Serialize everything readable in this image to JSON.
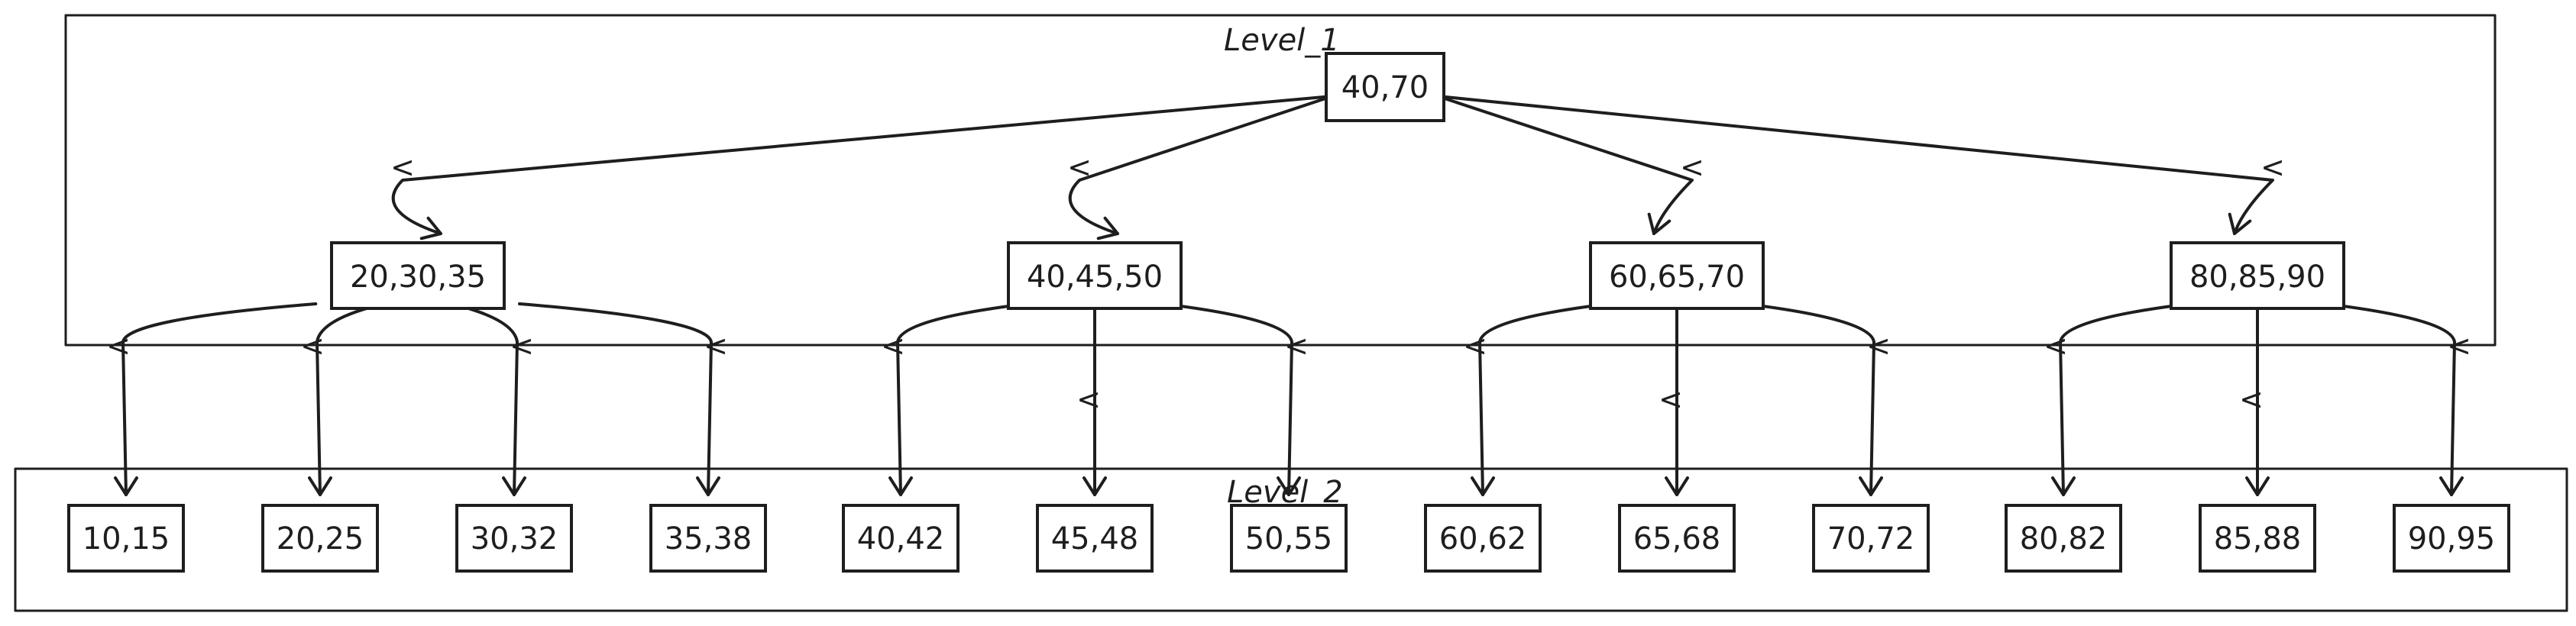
{
  "levels": [
    {
      "id": "level-1",
      "label": "Level_1"
    },
    {
      "id": "level-2",
      "label": "Level_2"
    }
  ],
  "root": {
    "keys": "40,70"
  },
  "internal": [
    {
      "keys": "20,30,35"
    },
    {
      "keys": "40,45,50"
    },
    {
      "keys": "60,65,70"
    },
    {
      "keys": "80,85,90"
    }
  ],
  "leaves": [
    {
      "keys": "10,15"
    },
    {
      "keys": "20,25"
    },
    {
      "keys": "30,32"
    },
    {
      "keys": "35,38"
    },
    {
      "keys": "40,42"
    },
    {
      "keys": "45,48"
    },
    {
      "keys": "50,55"
    },
    {
      "keys": "60,62"
    },
    {
      "keys": "65,68"
    },
    {
      "keys": "70,72"
    },
    {
      "keys": "80,82"
    },
    {
      "keys": "85,88"
    },
    {
      "keys": "90,95"
    }
  ],
  "edge_marker": "<",
  "root_edges": [
    {
      "to_internal": 0
    },
    {
      "to_internal": 1
    },
    {
      "to_internal": 2
    },
    {
      "to_internal": 3
    }
  ],
  "child_edges": [
    {
      "from_internal": 0,
      "to_leaf": 0
    },
    {
      "from_internal": 0,
      "to_leaf": 1
    },
    {
      "from_internal": 0,
      "to_leaf": 2
    },
    {
      "from_internal": 0,
      "to_leaf": 3
    },
    {
      "from_internal": 1,
      "to_leaf": 4
    },
    {
      "from_internal": 1,
      "to_leaf": 5
    },
    {
      "from_internal": 1,
      "to_leaf": 6
    },
    {
      "from_internal": 2,
      "to_leaf": 7
    },
    {
      "from_internal": 2,
      "to_leaf": 8
    },
    {
      "from_internal": 2,
      "to_leaf": 9
    },
    {
      "from_internal": 3,
      "to_leaf": 10
    },
    {
      "from_internal": 3,
      "to_leaf": 11
    },
    {
      "from_internal": 3,
      "to_leaf": 12
    }
  ]
}
